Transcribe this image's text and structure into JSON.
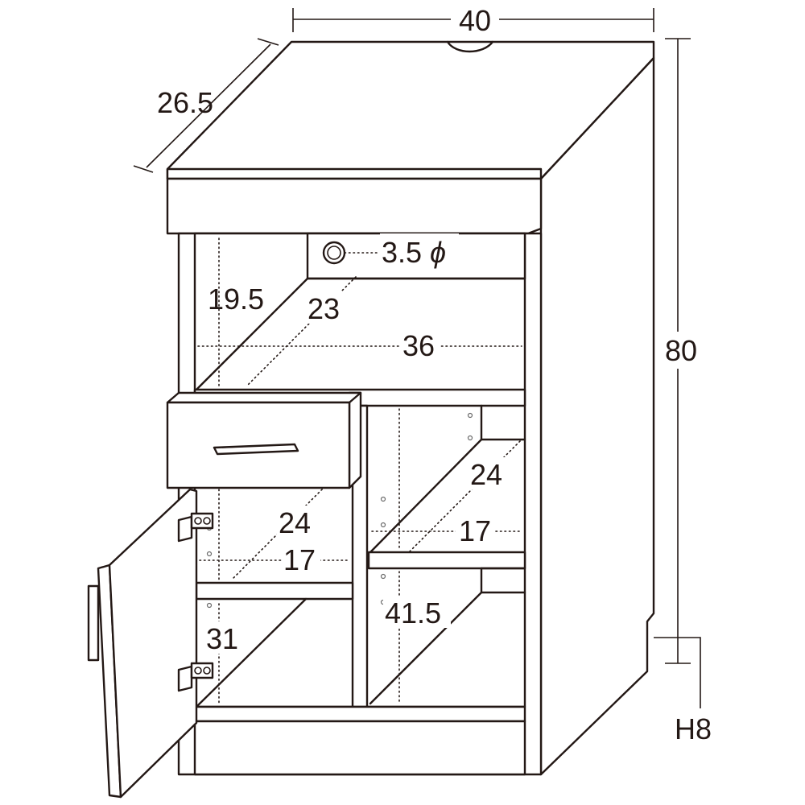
{
  "diagram": {
    "dimensions": {
      "width": "40",
      "depth": "26.5",
      "height": "80",
      "cord_hole": "3.5",
      "cord_hole_symbol": "ϕ",
      "top_shelf_height": "19.5",
      "top_shelf_depth": "23",
      "inner_width": "36",
      "right_shelf_height": "24",
      "right_shelf_width": "17",
      "left_shelf_height": "24",
      "left_shelf_width": "17",
      "right_bottom_height": "41.5",
      "left_bottom_height": "31",
      "base_height": "H8"
    }
  }
}
